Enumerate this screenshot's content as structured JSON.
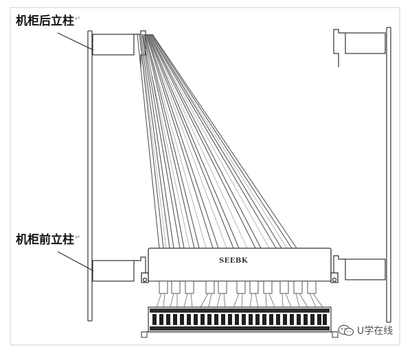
{
  "labels": {
    "rear_post": "机柜后立柱",
    "front_post": "机柜前立柱",
    "return_mark": "↵"
  },
  "panel": {
    "brand": "SEEBK"
  },
  "watermark": {
    "icon": "wechat-bubble-icon",
    "text": "U学在线"
  },
  "colors": {
    "line": "#333333",
    "light_line": "#777777",
    "frame": "#cfcfcf"
  }
}
